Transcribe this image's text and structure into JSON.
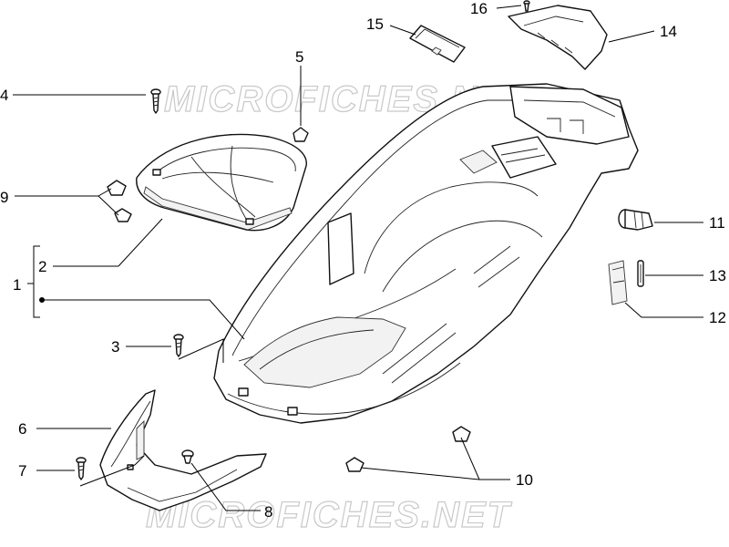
{
  "watermark": "MICROFICHES.NET",
  "callouts": {
    "c1": "1",
    "c2": "2",
    "c3": "3",
    "c4": "4",
    "c5": "5",
    "c6": "6",
    "c7": "7",
    "c8": "8",
    "c9": "9",
    "c10": "10",
    "c11": "11",
    "c12": "12",
    "c13": "13",
    "c14": "14",
    "c15": "15",
    "c16": "16"
  }
}
